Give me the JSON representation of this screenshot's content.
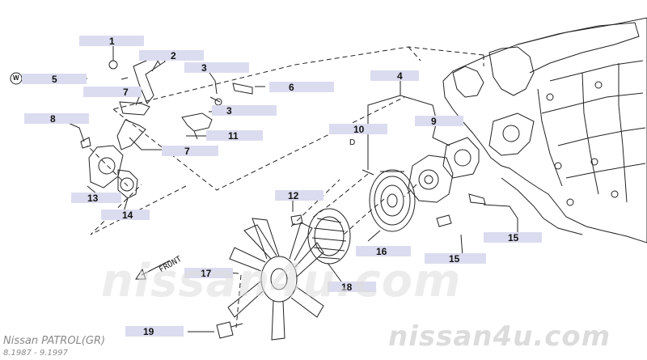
{
  "diagram": {
    "front_label": "FRONT",
    "detail_letter": "D",
    "w_symbol": "W",
    "callouts": {
      "c1": "1",
      "c2": "2",
      "c3a": "3",
      "c3b": "3",
      "c4": "4",
      "c5": "5",
      "c6": "6",
      "c7a": "7",
      "c7b": "7",
      "c8": "8",
      "c9": "9",
      "c10": "10",
      "c11": "11",
      "c12": "12",
      "c13": "13",
      "c14": "14",
      "c15a": "15",
      "c15b": "15",
      "c16": "16",
      "c17": "17",
      "c18": "18",
      "c19": "19"
    }
  },
  "watermark": {
    "center": "nissan4u.com",
    "corner": "nissan4u.com"
  },
  "footer": {
    "model": "Nissan PATROL(GR)",
    "dates": "8.1987 - 9.1997"
  },
  "colors": {
    "label_box": "#dcdcf0",
    "line": "#222222",
    "watermark": "#e6e6e6",
    "footer": "#8a8a8a"
  }
}
